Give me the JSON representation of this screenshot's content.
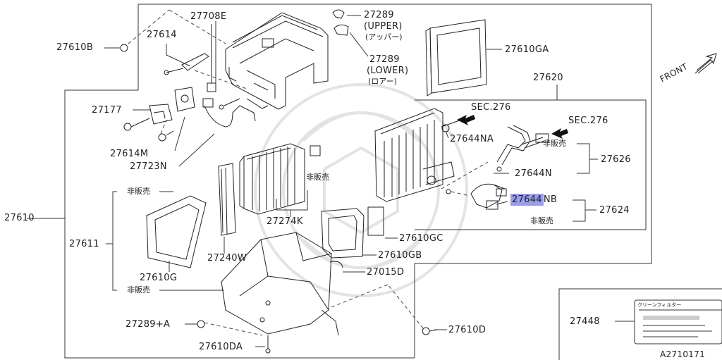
{
  "parts": {
    "p27610B": "27610B",
    "p27614": "27614",
    "p27708E": "27708E",
    "p27289u": "27289",
    "upper_en": "(UPPER)",
    "upper_jp": "(アッパー)",
    "p27289l": "27289",
    "lower_en": "(LOWER)",
    "lower_jp": "(ロアー)",
    "p27610GA": "27610GA",
    "p27620": "27620",
    "p27177": "27177",
    "p27614M": "27614M",
    "p27723N": "27723N",
    "p27644NA": "27644NA",
    "p27626": "27626",
    "p27644N": "27644N",
    "p27644NB_a": "27644",
    "p27644NB_b": "NB",
    "p27624": "27624",
    "p27610": "27610",
    "p27611": "27611",
    "p27274K": "27274K",
    "p27240W": "27240W",
    "p27610G": "27610G",
    "p27610GC": "27610GC",
    "p27610GB": "27610GB",
    "p27015D": "27015D",
    "p27289A": "27289+A",
    "p27610DA": "27610DA",
    "p27610D": "27610D",
    "p27448": "27448"
  },
  "refs": {
    "sec276_a": "SEC.276",
    "sec276_b": "SEC.276",
    "front": "FRONT"
  },
  "notes": {
    "hihanbai_1": "非販売",
    "hihanbai_2": "非販売",
    "hihanbai_3": "非販売",
    "hihanbai_4": "非販売",
    "hihanbai_5": "非販売"
  },
  "label_card": {
    "title": "クリーンフィルター"
  },
  "diagram_id": "A2710171",
  "highlight_color": "#9a9ee8"
}
